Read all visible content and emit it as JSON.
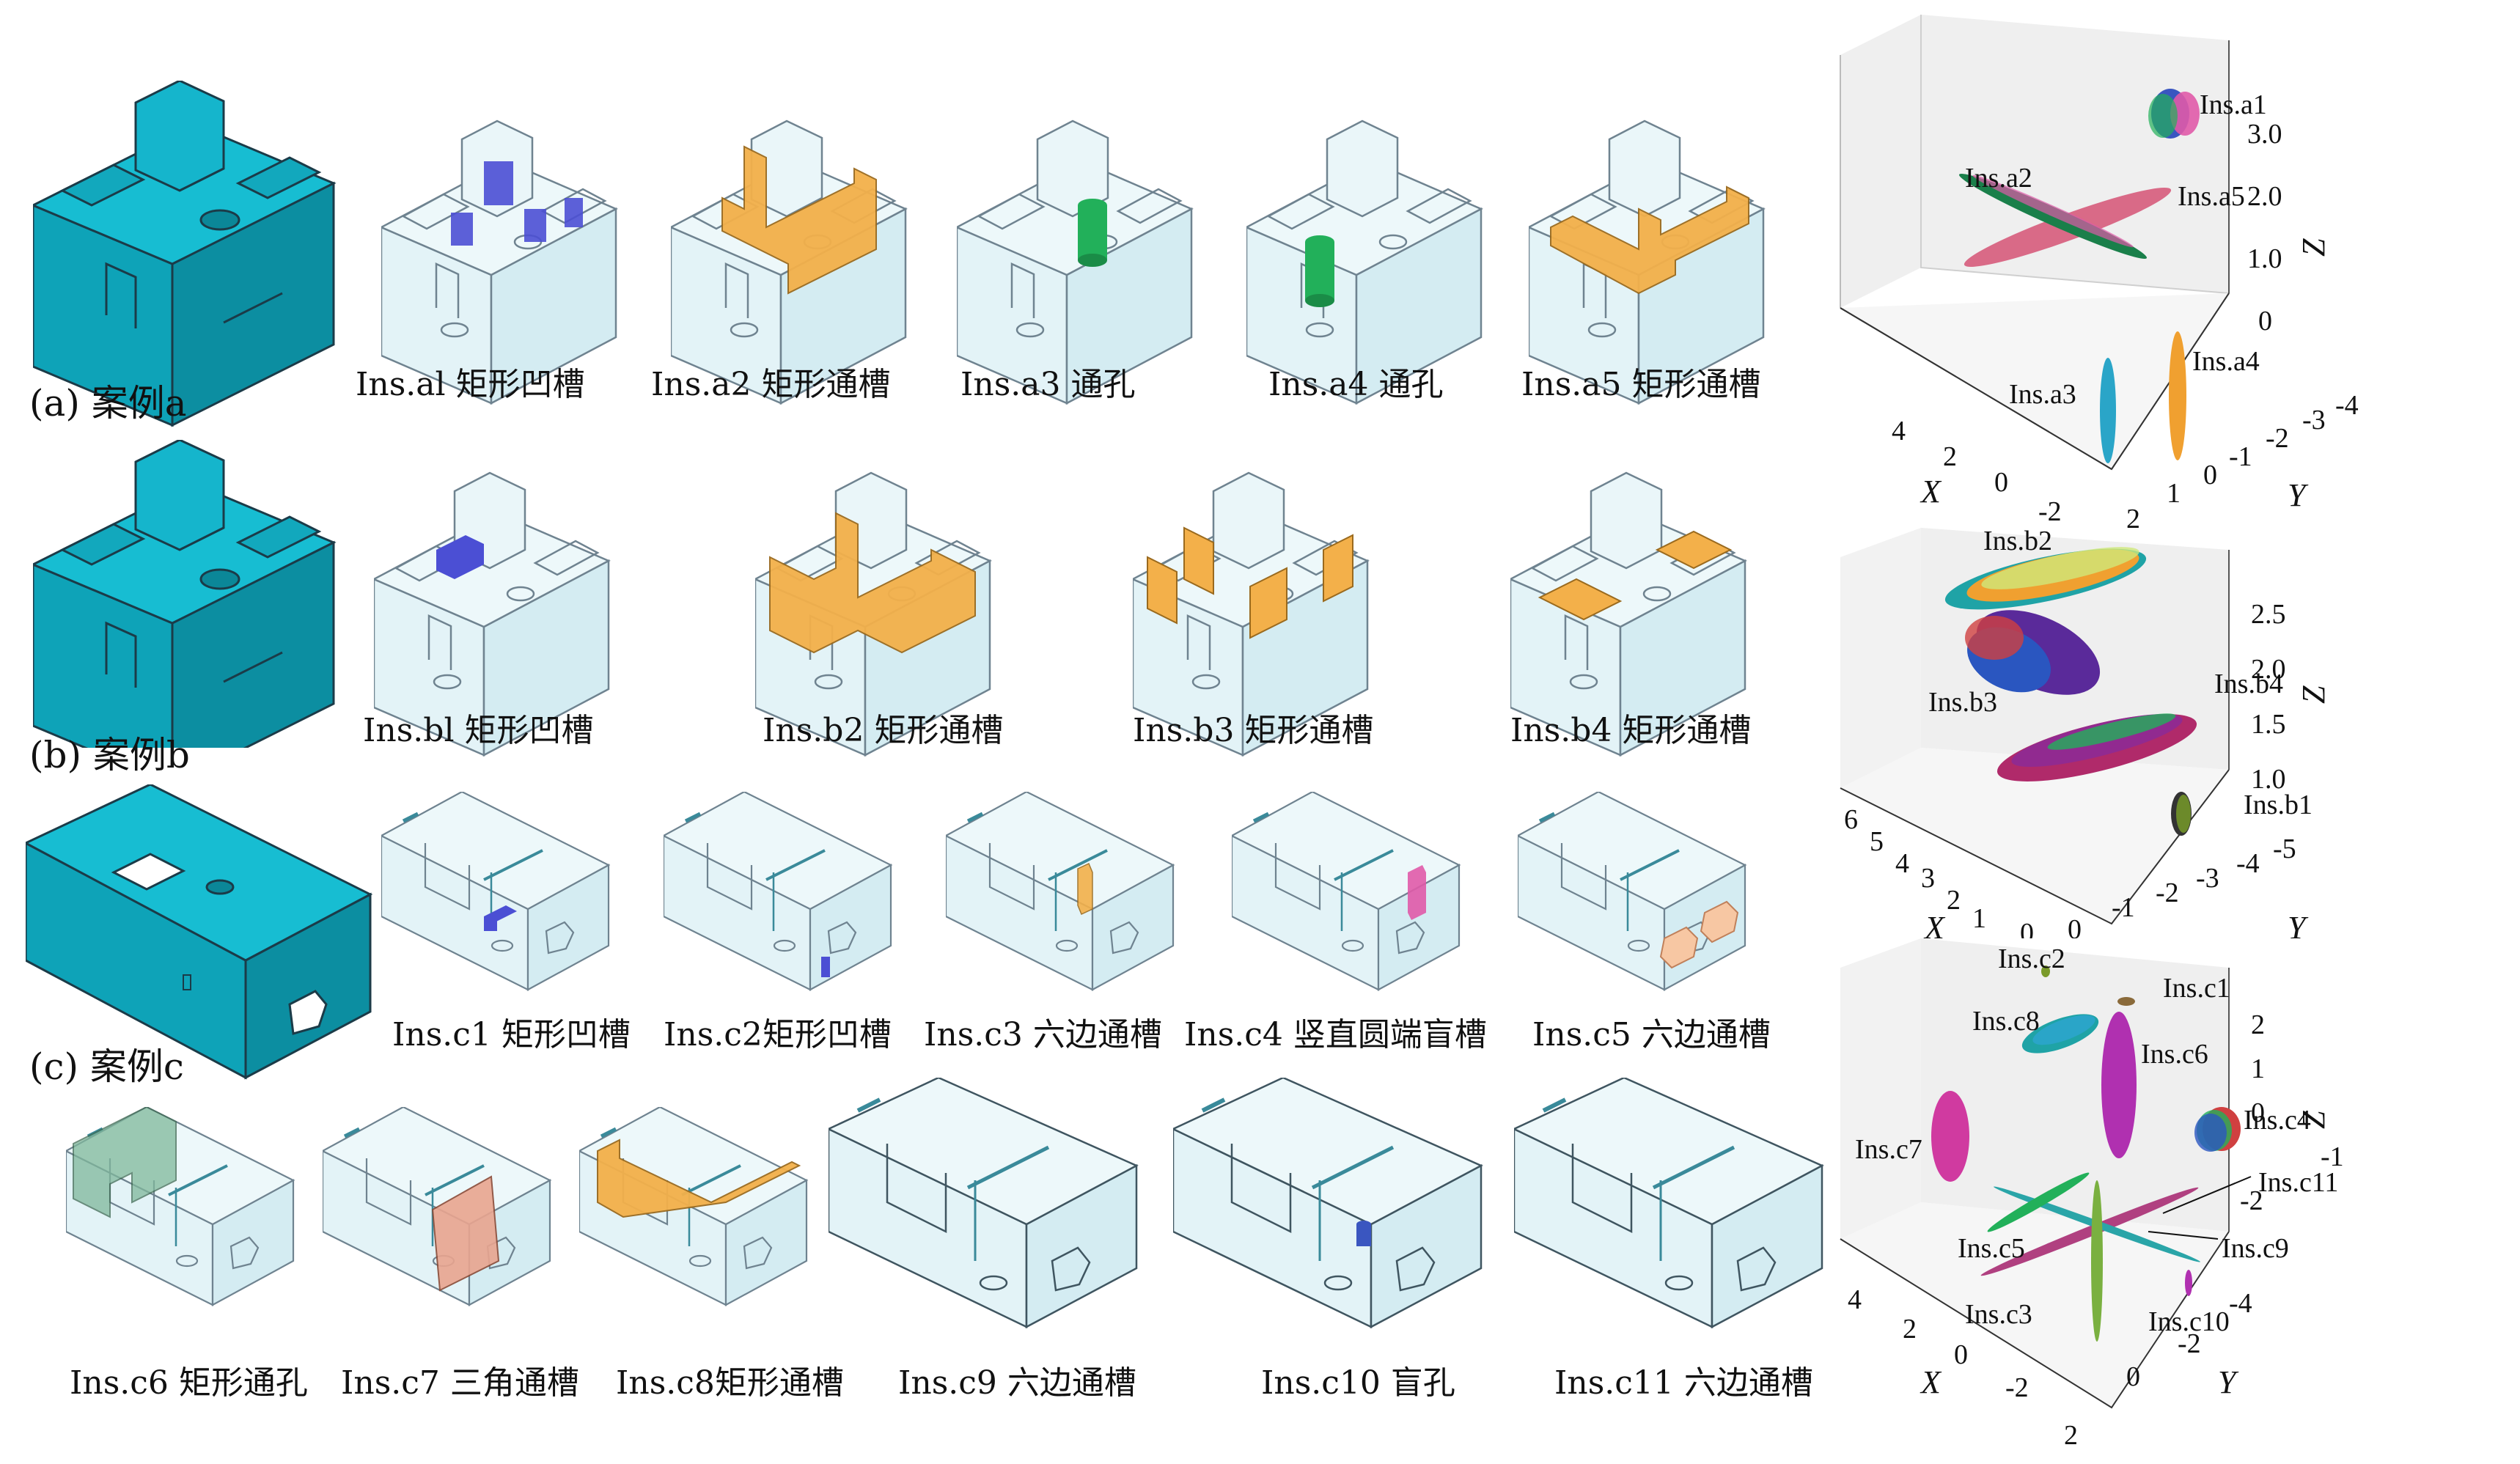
{
  "colors": {
    "solid": "#15b5cc",
    "glass": "#d8eff5",
    "edge": "#5a6d7a",
    "blue": "#4b4fd4",
    "orange": "#f3b04a",
    "green": "#22b05a",
    "pink": "#e05aa8",
    "peach": "#f7c7a3",
    "teal_green": "#7fb89b",
    "salmon": "#e9a58f"
  },
  "row_a": {
    "case_label": "(a) 案例a",
    "items": [
      {
        "label": "Ins.al 矩形凹槽",
        "feature": "blue-pocket"
      },
      {
        "label": "Ins.a2 矩形通槽",
        "feature": "orange-slot"
      },
      {
        "label": "Ins.a3 通孔",
        "feature": "green-hole"
      },
      {
        "label": "Ins.a4 通孔",
        "feature": "green-hole"
      },
      {
        "label": "Ins.a5 矩形通槽",
        "feature": "orange-slot"
      }
    ]
  },
  "row_b": {
    "case_label": "(b) 案例b",
    "items": [
      {
        "label": "Ins.bl 矩形凹槽",
        "feature": "blue-pocket"
      },
      {
        "label": "Ins.b2 矩形通槽",
        "feature": "orange-slot"
      },
      {
        "label": "Ins.b3 矩形通槽",
        "feature": "orange-slot"
      },
      {
        "label": "Ins.b4 矩形通槽",
        "feature": "orange-slot"
      }
    ]
  },
  "row_c": {
    "case_label": "(c) 案例c",
    "items": [
      {
        "label": "Ins.c1 矩形凹槽",
        "feature": "blue-pocket"
      },
      {
        "label": "Ins.c2矩形凹槽",
        "feature": "blue-pocket"
      },
      {
        "label": "Ins.c3 六边通槽",
        "feature": "orange-hex"
      },
      {
        "label": "Ins.c4 竖直圆端盲槽",
        "feature": "pink-slot"
      },
      {
        "label": "Ins.c5 六边通槽",
        "feature": "peach-hex"
      }
    ]
  },
  "row_c2": {
    "items": [
      {
        "label": "Ins.c6 矩形通孔",
        "feature": "green-box"
      },
      {
        "label": "Ins.c7 三角通槽",
        "feature": "salmon-tri"
      },
      {
        "label": "Ins.c8矩形通槽",
        "feature": "orange-slot"
      },
      {
        "label": "Ins.c9 六边通槽",
        "feature": "none"
      },
      {
        "label": "Ins.c10 盲孔",
        "feature": "blue-hole"
      },
      {
        "label": "Ins.c11 六边通槽",
        "feature": "none"
      }
    ]
  },
  "plot_a": {
    "axis_x": "X",
    "axis_y": "Y",
    "axis_z": "Z",
    "z_ticks": [
      "3.0",
      "2.0",
      "1.0",
      "0"
    ],
    "x_ticks": [
      "4",
      "2",
      "0",
      "-2"
    ],
    "y_ticks": [
      "2",
      "1",
      "0",
      "-1",
      "-2",
      "-3",
      "-4"
    ],
    "instances": [
      "Ins.a1",
      "Ins.a2",
      "Ins.a5",
      "Ins.a3",
      "Ins.a4"
    ]
  },
  "plot_b": {
    "axis_x": "X",
    "axis_y": "Y",
    "axis_z": "Z",
    "z_ticks": [
      "2.5",
      "2.0",
      "1.5",
      "1.0"
    ],
    "x_ticks": [
      "6",
      "5",
      "4",
      "3",
      "2",
      "1",
      "0"
    ],
    "y_ticks": [
      "0",
      "-1",
      "-2",
      "-3",
      "-4",
      "-5"
    ],
    "instances": [
      "Ins.b2",
      "Ins.b3",
      "Ins.b4",
      "Ins.b1"
    ]
  },
  "plot_c": {
    "axis_x": "X",
    "axis_y": "Y",
    "axis_z": "Z",
    "z_ticks": [
      "2",
      "1",
      "0",
      "-1",
      "-2"
    ],
    "x_ticks": [
      "4",
      "2",
      "0",
      "-2"
    ],
    "y_ticks": [
      "2",
      "0",
      "-2",
      "-4"
    ],
    "instances": [
      "Ins.c2",
      "Ins.c1",
      "Ins.c8",
      "Ins.c6",
      "Ins.c4",
      "Ins.c7",
      "Ins.c11",
      "Ins.c5",
      "Ins.c9",
      "Ins.c3",
      "Ins.c10"
    ]
  }
}
